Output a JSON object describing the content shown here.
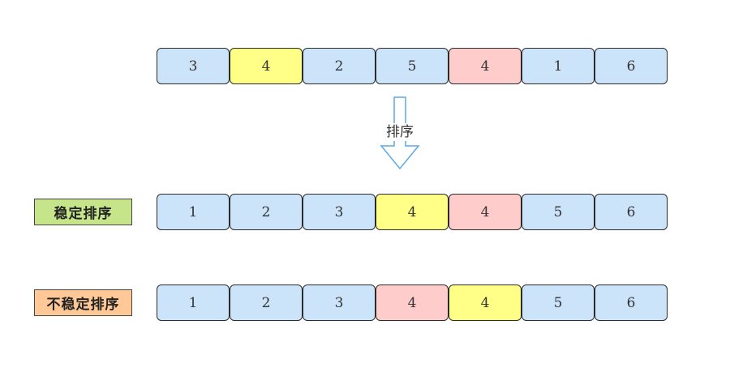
{
  "original": {
    "cells": [
      {
        "value": "3",
        "color": "#cce4fa"
      },
      {
        "value": "4",
        "color": "#ffff88"
      },
      {
        "value": "2",
        "color": "#cce4fa"
      },
      {
        "value": "5",
        "color": "#cce4fa"
      },
      {
        "value": "4",
        "color": "#ffcccc"
      },
      {
        "value": "1",
        "color": "#cce4fa"
      },
      {
        "value": "6",
        "color": "#cce4fa"
      }
    ]
  },
  "arrow": {
    "label": "排序",
    "color": "#5aa9e6"
  },
  "stable": {
    "label": "稳定排序",
    "label_color": "#c6e48a",
    "cells": [
      {
        "value": "1",
        "color": "#cce4fa"
      },
      {
        "value": "2",
        "color": "#cce4fa"
      },
      {
        "value": "3",
        "color": "#cce4fa"
      },
      {
        "value": "4",
        "color": "#ffff88"
      },
      {
        "value": "4",
        "color": "#ffcccc"
      },
      {
        "value": "5",
        "color": "#cce4fa"
      },
      {
        "value": "6",
        "color": "#cce4fa"
      }
    ]
  },
  "unstable": {
    "label": "不稳定排序",
    "label_color": "#ffc896",
    "cells": [
      {
        "value": "1",
        "color": "#cce4fa"
      },
      {
        "value": "2",
        "color": "#cce4fa"
      },
      {
        "value": "3",
        "color": "#cce4fa"
      },
      {
        "value": "4",
        "color": "#ffcccc"
      },
      {
        "value": "4",
        "color": "#ffff88"
      },
      {
        "value": "5",
        "color": "#cce4fa"
      },
      {
        "value": "6",
        "color": "#cce4fa"
      }
    ]
  }
}
